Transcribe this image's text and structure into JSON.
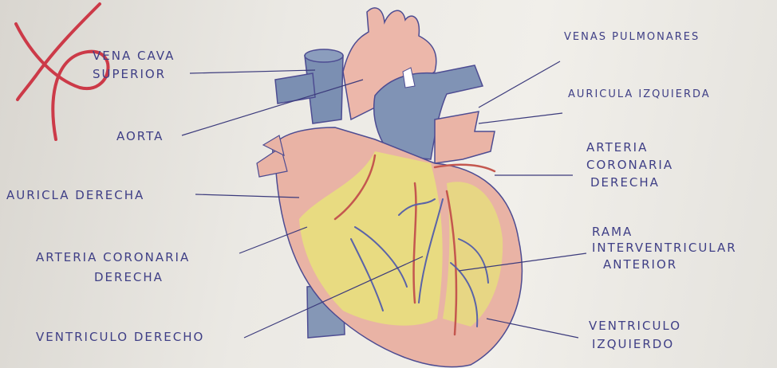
{
  "labels": {
    "vena_cava_1": "VENA CAVA",
    "vena_cava_2": "SUPERIOR",
    "aorta": "AORTA",
    "auricula_derecha": "AURICLA DERECHA",
    "arteria_coronaria_izq_1": "ARTERIA CORONARIA",
    "arteria_coronaria_izq_2": "DERECHA",
    "ventriculo_derecho": "VENTRICULO DERECHO",
    "venas_pulmonares": "VENAS PULMONARES",
    "auricula_izquierda": "AURICULA IZQUIERDA",
    "arteria_coronaria_der_1": "ARTERIA",
    "arteria_coronaria_der_2": "CORONARIA",
    "arteria_coronaria_der_3": "DERECHA",
    "rama_1": "RAMA",
    "rama_2": "INTERVENTRICULAR",
    "rama_3": "ANTERIOR",
    "ventriculo_izquierdo_1": "VENTRICULO",
    "ventriculo_izquierdo_2": "IZQUIERDO"
  },
  "colors": {
    "ink": "#3f3f86",
    "vein_blue": "#7b8fb2",
    "heart_pink": "#e9b3a5",
    "ventricle_yellow": "#e8e27a",
    "artery_red": "#c4574f",
    "mark_red": "#cc3a48"
  }
}
